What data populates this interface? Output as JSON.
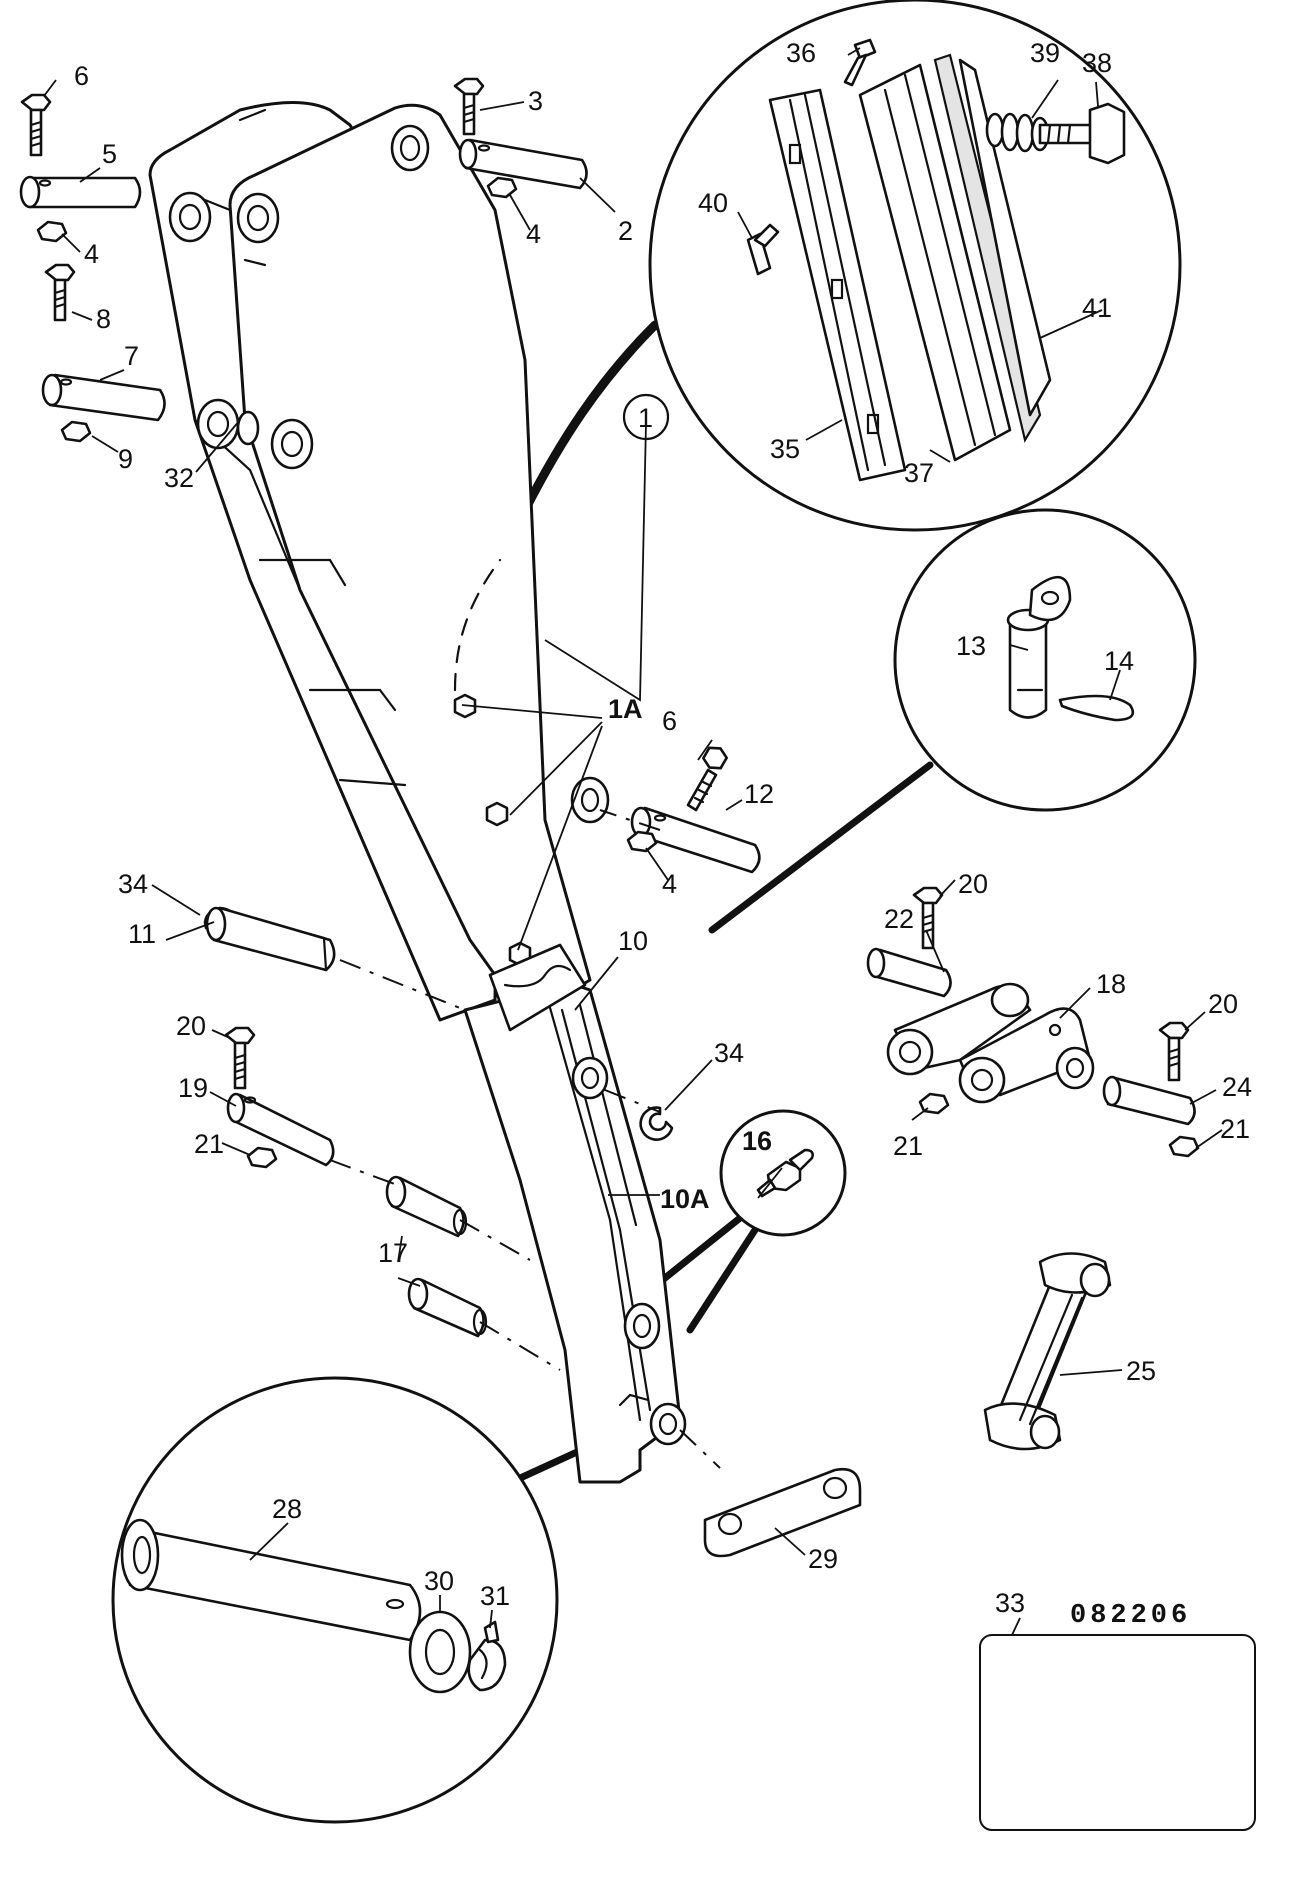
{
  "diagram": {
    "drawing_number": "082206",
    "callouts": {
      "c1": "1",
      "c1a": "1A",
      "c2": "2",
      "c3": "3",
      "c4a": "4",
      "c4b": "4",
      "c4c": "4",
      "c5": "5",
      "c6a": "6",
      "c6b": "6",
      "c7": "7",
      "c8": "8",
      "c9": "9",
      "c10": "10",
      "c10a": "10A",
      "c11": "11",
      "c12": "12",
      "c13": "13",
      "c14": "14",
      "c16": "16",
      "c17": "17",
      "c18": "18",
      "c19": "19",
      "c20a": "20",
      "c20b": "20",
      "c20c": "20",
      "c21a": "21",
      "c21b": "21",
      "c21c": "21",
      "c22": "22",
      "c24": "24",
      "c25": "25",
      "c28": "28",
      "c29": "29",
      "c30": "30",
      "c31": "31",
      "c32": "32",
      "c33": "33",
      "c34a": "34",
      "c34b": "34",
      "c35": "35",
      "c36": "36",
      "c37": "37",
      "c38": "38",
      "c39": "39",
      "c40": "40",
      "c41": "41"
    }
  }
}
